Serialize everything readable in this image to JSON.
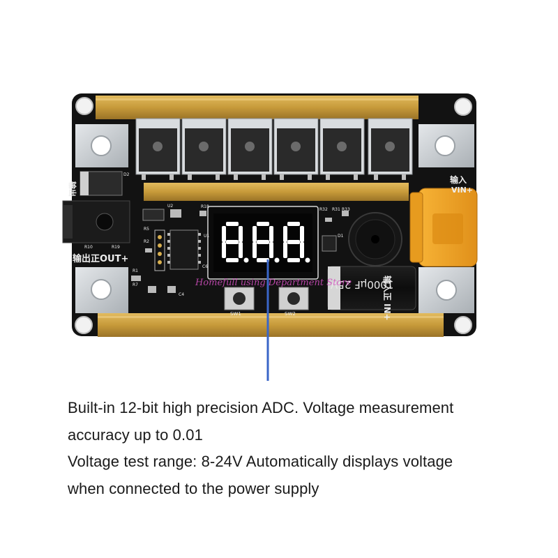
{
  "caption": {
    "line1": "Built-in 12-bit high precision ADC. Voltage measurement",
    "line2": "accuracy up to 0.01",
    "line3": "Voltage test range: 8-24V Automatically displays voltage",
    "line4": "when connected to the power supply"
  },
  "board": {
    "display_digits": "8.8.8.",
    "label_output": "输出正OUT+",
    "label_input_top": "输入",
    "label_vin": "VIN+",
    "label_input_side": "输入正 IN+",
    "label_out_side": "输出",
    "capacitor_text": "1000μF 25V",
    "button_sw1": "SW1",
    "button_sw2": "SW2",
    "watermark": "Homefull using Department Store",
    "ref_labels": [
      "D2",
      "U2",
      "R18",
      "R32",
      "R31",
      "R33",
      "R5",
      "R2",
      "C6",
      "R10",
      "R7",
      "R1",
      "C4",
      "D1",
      "U1",
      "R19"
    ]
  },
  "colors": {
    "pcb": "#121212",
    "copper_bar": "#c79a3a",
    "terminal": "#c9ced2",
    "connector": "#f2a21a",
    "pointer_line": "#3a66c8",
    "segment_red": "#ffffff"
  }
}
